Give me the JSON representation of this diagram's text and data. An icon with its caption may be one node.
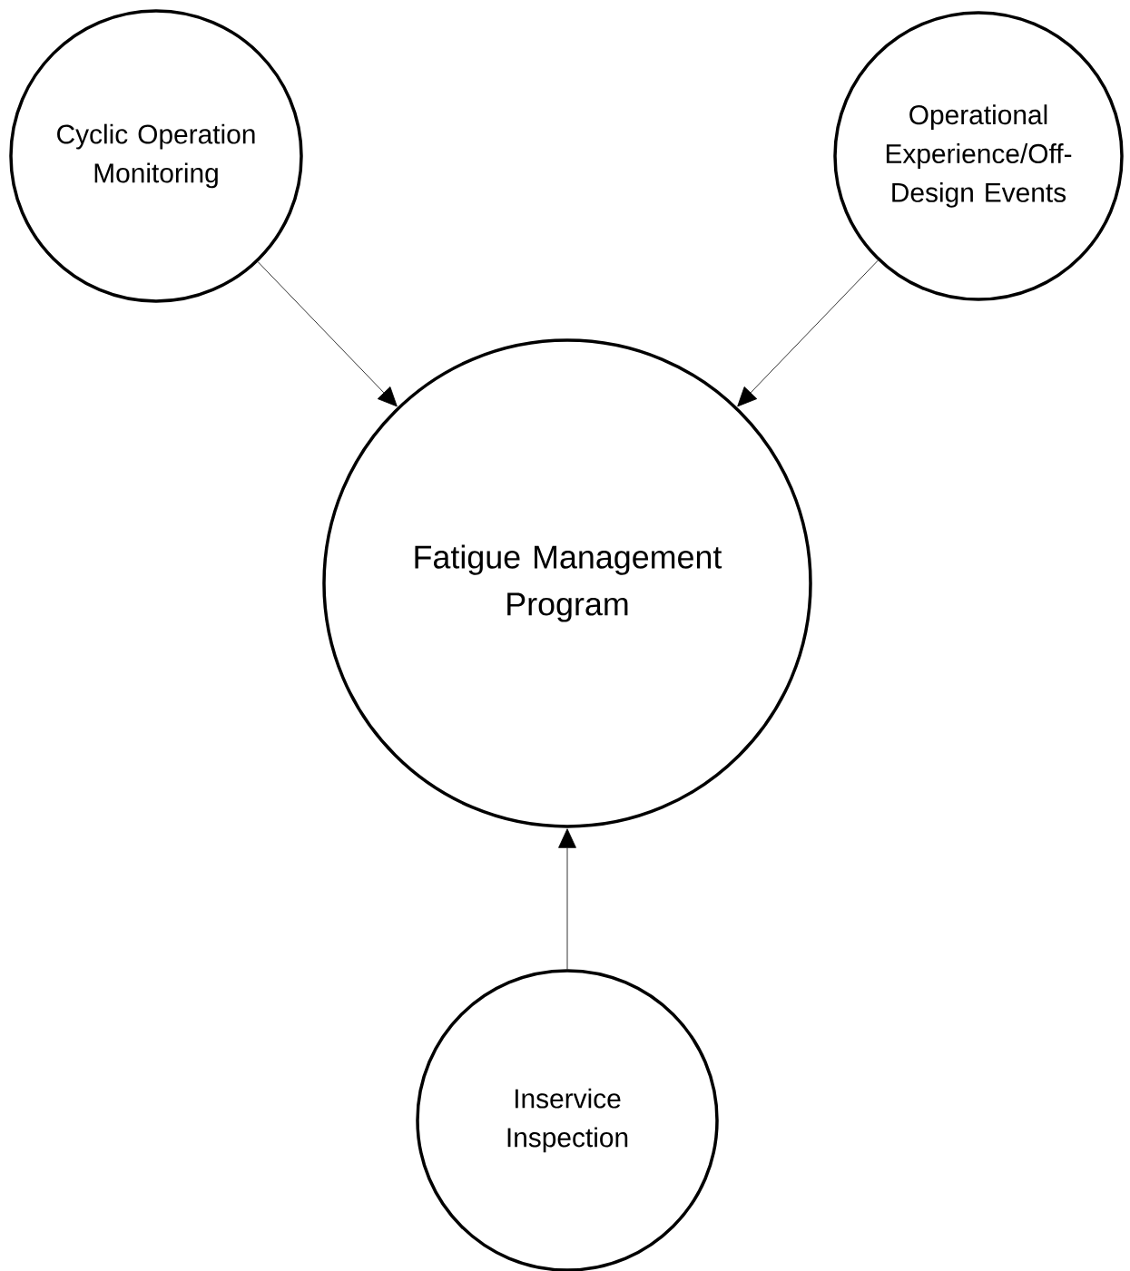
{
  "diagram": {
    "nodes": [
      {
        "text": [
          "Cyclic Operation Monitoring"
        ]
      },
      {
        "text": [
          "Operational Experience/Off-Design Events"
        ]
      },
      {
        "text": [
          "Fatigue Management Program"
        ]
      },
      {
        "text": [
          "Inservice Inspection"
        ]
      }
    ],
    "edges": [
      {
        "from": 0,
        "to": 2,
        "arrow": "to"
      },
      {
        "from": 1,
        "to": 2,
        "arrow": "to"
      },
      {
        "from": 3,
        "to": 2,
        "arrow": "to"
      }
    ]
  }
}
